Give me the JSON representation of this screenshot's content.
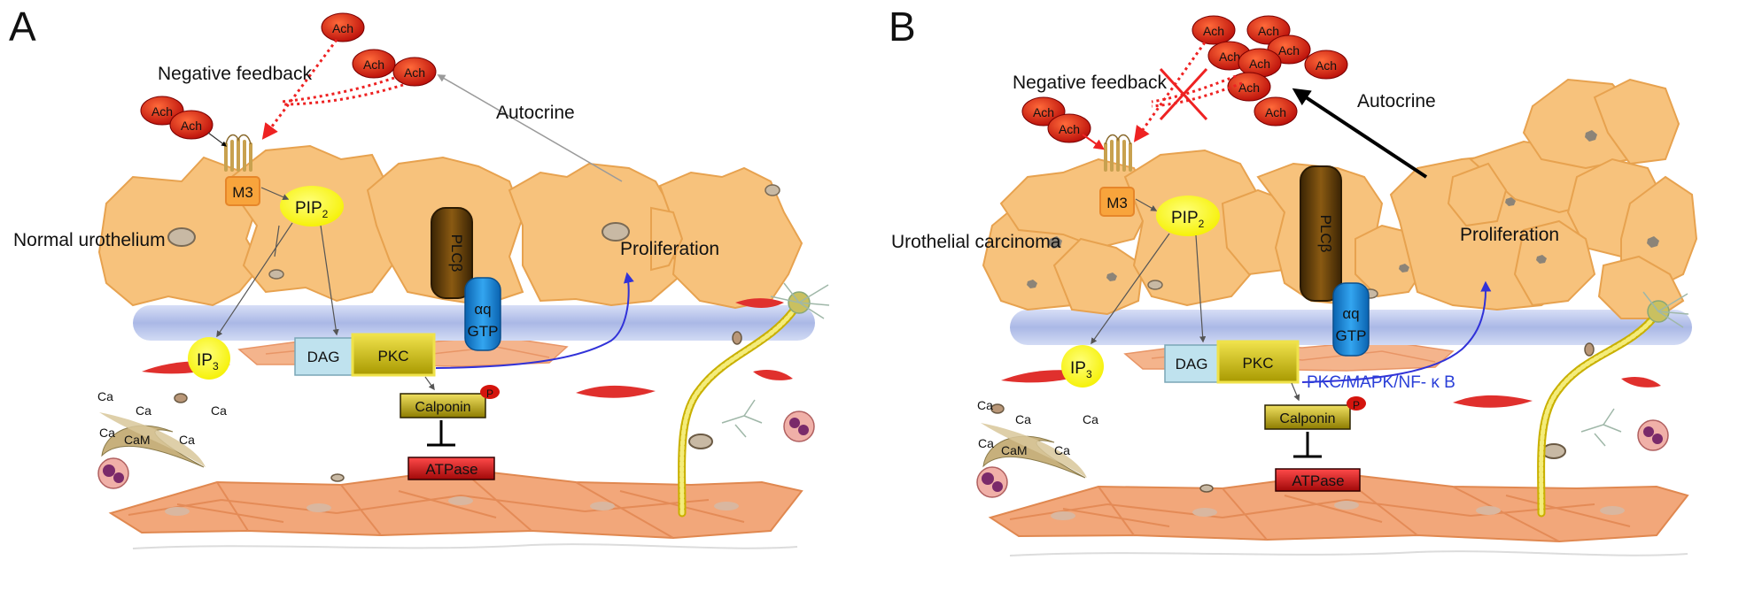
{
  "colors": {
    "cell_fill": "#f7c27c",
    "cell_stroke": "#e7a24f",
    "nucleus": "#c8b9a4",
    "basement_membrane": "#bcc9ee",
    "smooth_muscle": "#f2a77a",
    "ach_red": "#d4140d",
    "ach_text_bg": "#f3bd16",
    "yellow_node": "#ffff16",
    "dag_box": "#bfe2ee",
    "pkc_box": "#d7c716",
    "plcb": "#5c3a06",
    "gq": "#1a8ad8",
    "calponin": "#c7b100",
    "atpase": "#d10c0c",
    "feedback_red": "#ee2222",
    "prolif_arrow": "#3132d8",
    "autocrine_gray": "#9a9a9a",
    "crescent": "#c7b07c"
  },
  "icons": {
    "receptor": "m3-receptor-icon",
    "crescent": "calmodulin-crescent-icon",
    "neuron": "nerve-fiber-icon",
    "immune_cell": "immune-cell-icon",
    "red_blood_cell": "fibroblast-icon",
    "inhibition": "inhibition-bar-icon",
    "cross": "blocked-cross-icon"
  },
  "panels": {
    "A": {
      "letter": "A",
      "tissue_label": "Normal urothelium",
      "negative_feedback": "Negative feedback",
      "autocrine": "Autocrine",
      "proliferation": "Proliferation",
      "ach": "Ach",
      "receptor": "M3",
      "pip2": "PIP",
      "pip2_sub": "2",
      "plcb": "PLCβ",
      "gq_top": "αq",
      "gq_bottom": "GTP",
      "ip3": "IP",
      "ip3_sub": "3",
      "dag": "DAG",
      "pkc": "PKC",
      "calponin": "Calponin",
      "phospho": "P",
      "atpase": "ATPase",
      "ca": "Ca",
      "cam": "CaM"
    },
    "B": {
      "letter": "B",
      "tissue_label": "Urothelial carcinoma",
      "negative_feedback": "Negative feedback",
      "autocrine": "Autocrine",
      "proliferation": "Proliferation",
      "pathway": "PKC/MAPK/NF- κ B",
      "ach": "Ach",
      "receptor": "M3",
      "pip2": "PIP",
      "pip2_sub": "2",
      "plcb": "PLCβ",
      "gq_top": "αq",
      "gq_bottom": "GTP",
      "ip3": "IP",
      "ip3_sub": "3",
      "dag": "DAG",
      "pkc": "PKC",
      "calponin": "Calponin",
      "phospho": "P",
      "atpase": "ATPase",
      "ca": "Ca",
      "cam": "CaM"
    }
  }
}
